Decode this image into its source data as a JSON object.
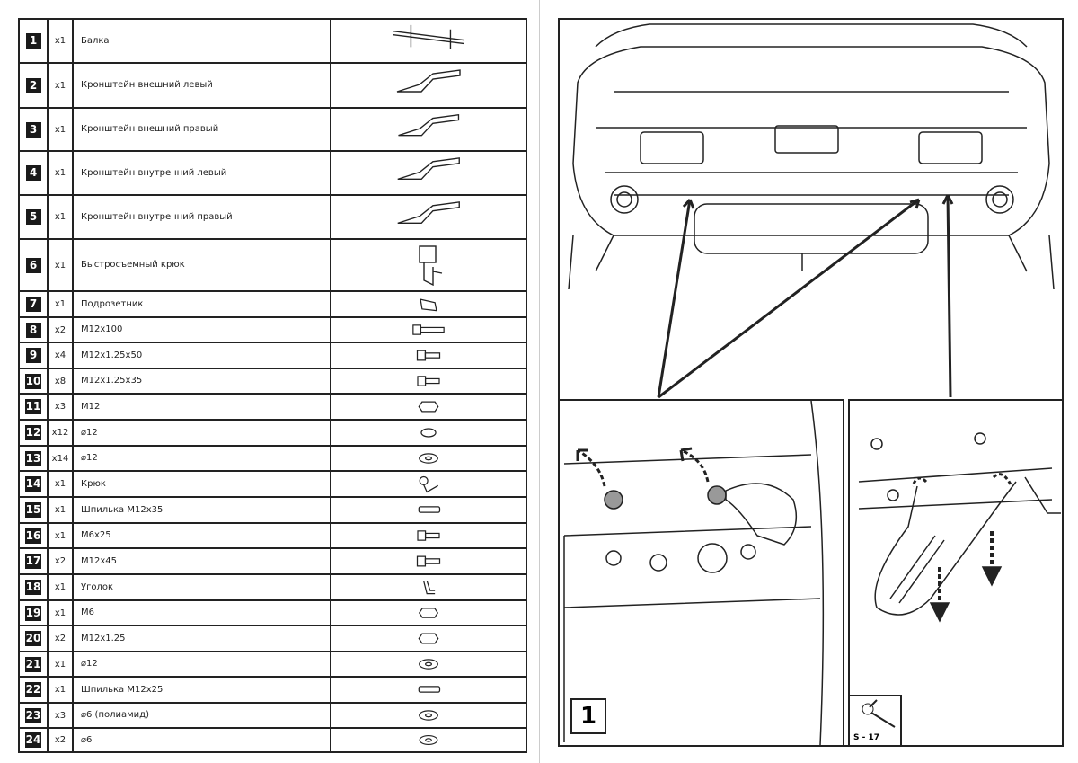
{
  "parts": [
    {
      "no": "1",
      "qty": "x1",
      "name": "Балка",
      "icon": "beam"
    },
    {
      "no": "2",
      "qty": "x1",
      "name": "Кронштейн внешний левый",
      "icon": "bracket"
    },
    {
      "no": "3",
      "qty": "x1",
      "name": "Кронштейн внешний правый",
      "icon": "bracket"
    },
    {
      "no": "4",
      "qty": "x1",
      "name": "Кронштейн внутренний левый",
      "icon": "bracket"
    },
    {
      "no": "5",
      "qty": "x1",
      "name": "Кронштейн внутренний правый",
      "icon": "bracket"
    },
    {
      "no": "6",
      "qty": "x1",
      "name": "Быстросъемный крюк",
      "icon": "hook"
    },
    {
      "no": "7",
      "qty": "x1",
      "name": "Подрозетник",
      "icon": "plate"
    },
    {
      "no": "8",
      "qty": "x2",
      "name": "M12x100",
      "icon": "bolt-long"
    },
    {
      "no": "9",
      "qty": "x4",
      "name": "M12x1.25x50",
      "icon": "bolt"
    },
    {
      "no": "10",
      "qty": "x8",
      "name": "M12x1.25x35",
      "icon": "bolt"
    },
    {
      "no": "11",
      "qty": "x3",
      "name": "M12",
      "icon": "nut"
    },
    {
      "no": "12",
      "qty": "x12",
      "name": "⌀12",
      "icon": "spring-washer"
    },
    {
      "no": "13",
      "qty": "x14",
      "name": "⌀12",
      "icon": "washer"
    },
    {
      "no": "14",
      "qty": "x1",
      "name": "Крюк",
      "icon": "ball"
    },
    {
      "no": "15",
      "qty": "x1",
      "name": "Шпилька M12x35",
      "icon": "stud"
    },
    {
      "no": "16",
      "qty": "x1",
      "name": "M6x25",
      "icon": "bolt"
    },
    {
      "no": "17",
      "qty": "x2",
      "name": "M12x45",
      "icon": "bolt"
    },
    {
      "no": "18",
      "qty": "x1",
      "name": "Уголок",
      "icon": "angle"
    },
    {
      "no": "19",
      "qty": "x1",
      "name": "M6",
      "icon": "nut"
    },
    {
      "no": "20",
      "qty": "x2",
      "name": "M12x1.25",
      "icon": "nut"
    },
    {
      "no": "21",
      "qty": "x1",
      "name": "⌀12",
      "icon": "washer"
    },
    {
      "no": "22",
      "qty": "x1",
      "name": "Шпилька M12x25",
      "icon": "stud"
    },
    {
      "no": "23",
      "qty": "x3",
      "name": "⌀6 (полиамид)",
      "icon": "washer"
    },
    {
      "no": "24",
      "qty": "x2",
      "name": "⌀6",
      "icon": "washer"
    }
  ],
  "step": {
    "number": "1",
    "tool": "S - 17"
  }
}
